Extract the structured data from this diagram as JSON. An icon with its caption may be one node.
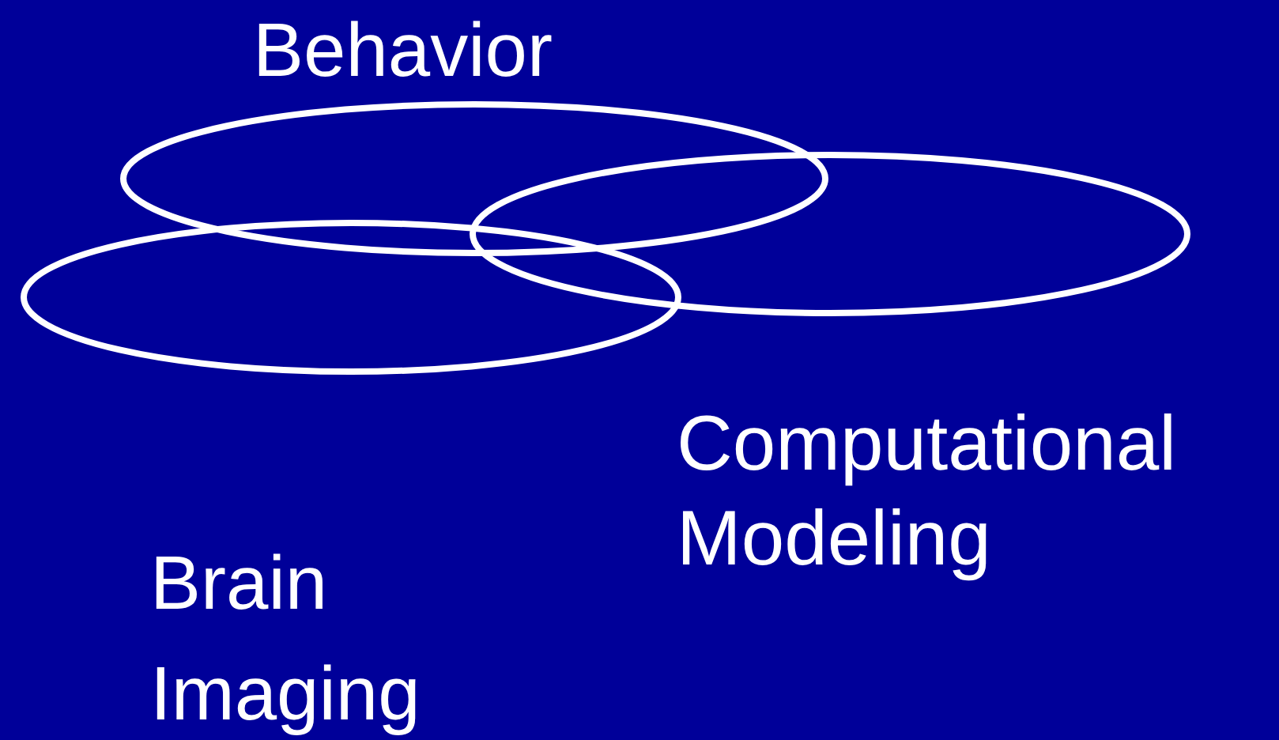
{
  "diagram": {
    "nodes": [
      {
        "text": [
          "Behavior"
        ]
      },
      {
        "text": [
          "Computational Modeling"
        ]
      },
      {
        "text": [
          "Brain Imaging"
        ]
      }
    ]
  }
}
